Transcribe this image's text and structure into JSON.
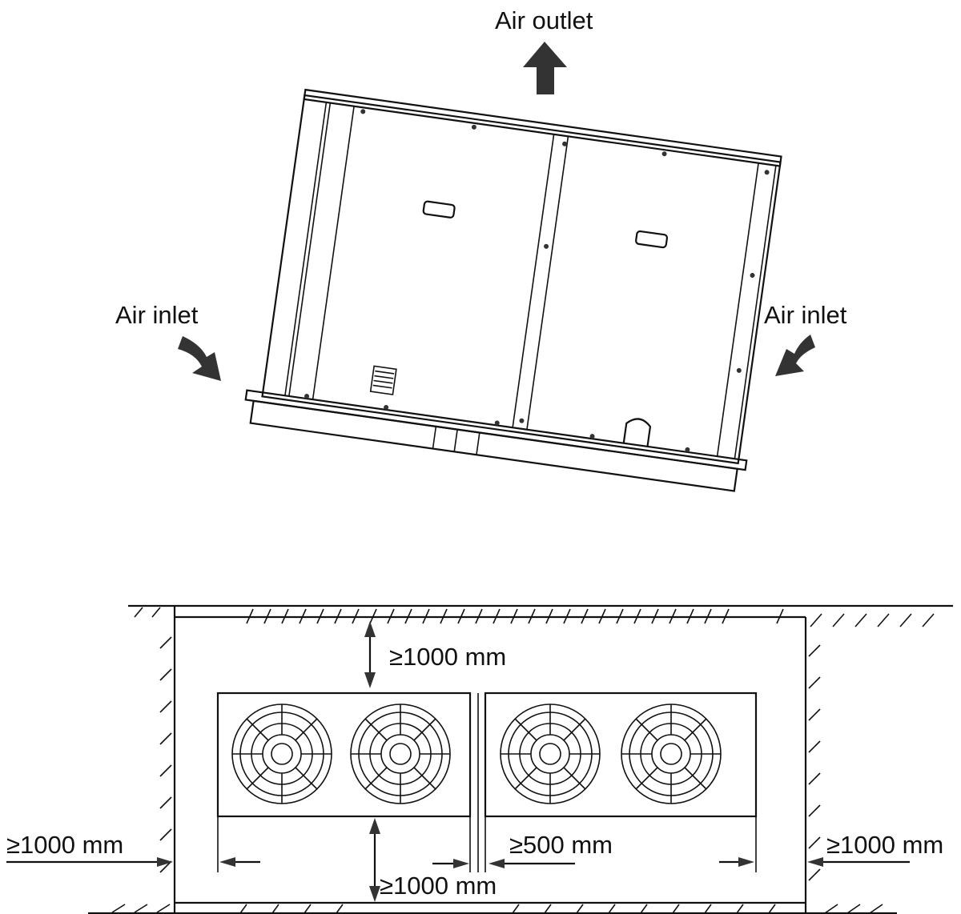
{
  "labels": {
    "air_outlet": "Air outlet",
    "air_inlet_left": "Air inlet",
    "air_inlet_right": "Air inlet"
  },
  "clearances": {
    "top": "≥1000 mm",
    "bottom": "≥1000 mm",
    "left": "≥1000 mm",
    "right": "≥1000 mm",
    "between_units": "≥500 mm"
  },
  "colors": {
    "line": "#111111",
    "arrow_fill": "#333333",
    "background": "#ffffff"
  }
}
